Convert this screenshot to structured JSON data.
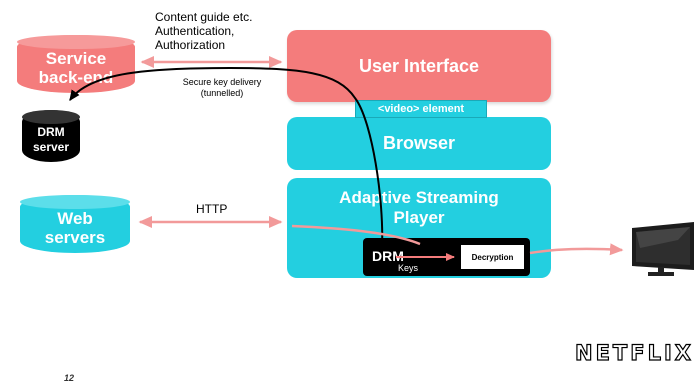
{
  "nodes": {
    "service_backend": "Service back-end",
    "drm_server": "DRM server",
    "web_servers": "Web servers",
    "user_interface": "User Interface",
    "video_element": "<video> element",
    "browser": "Browser",
    "adaptive_player": "Adaptive Streaming Player",
    "drm_module": "DRM",
    "keys": "Keys",
    "decryption": "Decryption"
  },
  "labels": {
    "content_guide_line1": "Content guide etc.",
    "content_guide_line2": "Authentication,",
    "content_guide_line3": "Authorization",
    "secure_key_line1": "Secure key delivery",
    "secure_key_line2": "(tunnelled)",
    "http": "HTTP"
  },
  "logo": {
    "text": "NETFLIX"
  },
  "page_number": "12",
  "colors": {
    "salmon": "#f47c7c",
    "cyan": "#23cfe0",
    "black": "#000000"
  }
}
